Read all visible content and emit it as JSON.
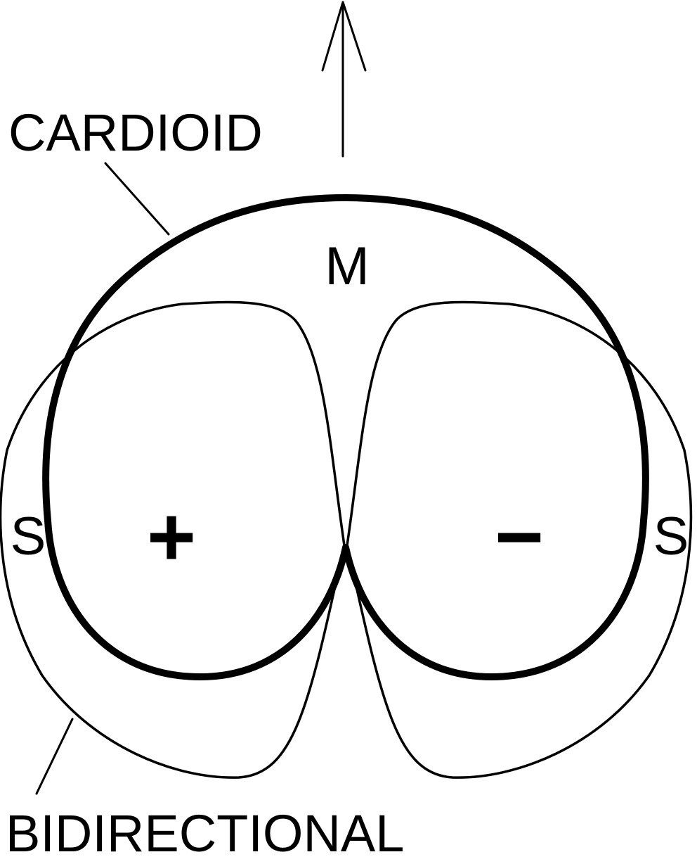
{
  "labels": {
    "cardioid": "CARDIOID",
    "bidirectional": "BIDIRECTIONAL",
    "mid": "M",
    "side_left": "S",
    "side_right": "S",
    "plus": "+",
    "minus": "−"
  },
  "colors": {
    "stroke": "#000000",
    "background": "#ffffff"
  }
}
